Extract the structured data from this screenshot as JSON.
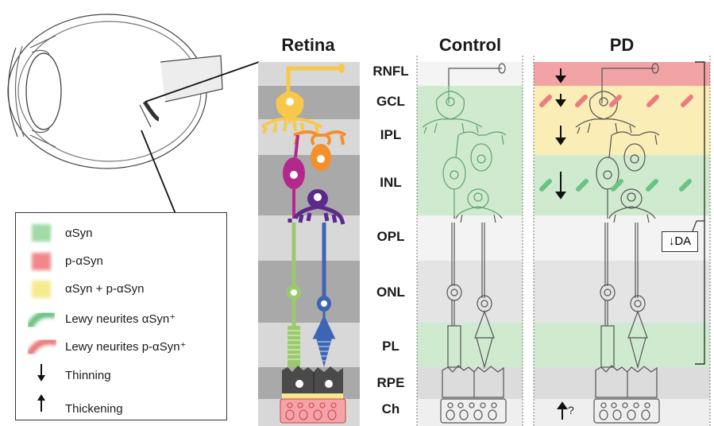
{
  "columns": {
    "retina": "Retina",
    "control": "Control",
    "pd": "PD"
  },
  "layers": [
    {
      "id": "rnfl",
      "label": "RNFL"
    },
    {
      "id": "gcl",
      "label": "GCL"
    },
    {
      "id": "ipl",
      "label": "IPL"
    },
    {
      "id": "inl",
      "label": "INL"
    },
    {
      "id": "opl",
      "label": "OPL"
    },
    {
      "id": "onl",
      "label": "ONL"
    },
    {
      "id": "pl",
      "label": "PL"
    },
    {
      "id": "rpe",
      "label": "RPE"
    },
    {
      "id": "ch",
      "label": "Ch"
    }
  ],
  "legend": {
    "asyn": "αSyn",
    "pasyn": "p-αSyn",
    "both": "αSyn + p-αSyn",
    "lewy_asyn": "Lewy neurites αSyn⁺",
    "lewy_pasyn": "Lewy neurites p-αSyn⁺",
    "thinning": "Thinning",
    "thickening": "Thickening"
  },
  "pd_annotations": {
    "dopamine": "↓DA",
    "uncertain": "?"
  },
  "colors": {
    "asyn_green": "#bfe6c6",
    "pasyn_red": "#f1a3a6",
    "both_yellow": "#fbedb6",
    "ganglion_yellow": "#f8c84a",
    "amacrine_orange": "#f68f28",
    "bipolar_magenta": "#b4288c",
    "horizontal_purple": "#5c2a8c",
    "rod_green": "#9bc96e",
    "cone_blue": "#3e64b4",
    "rpe_dark": "#4a4a4a",
    "choroid_pink": "#f5a3a8"
  }
}
